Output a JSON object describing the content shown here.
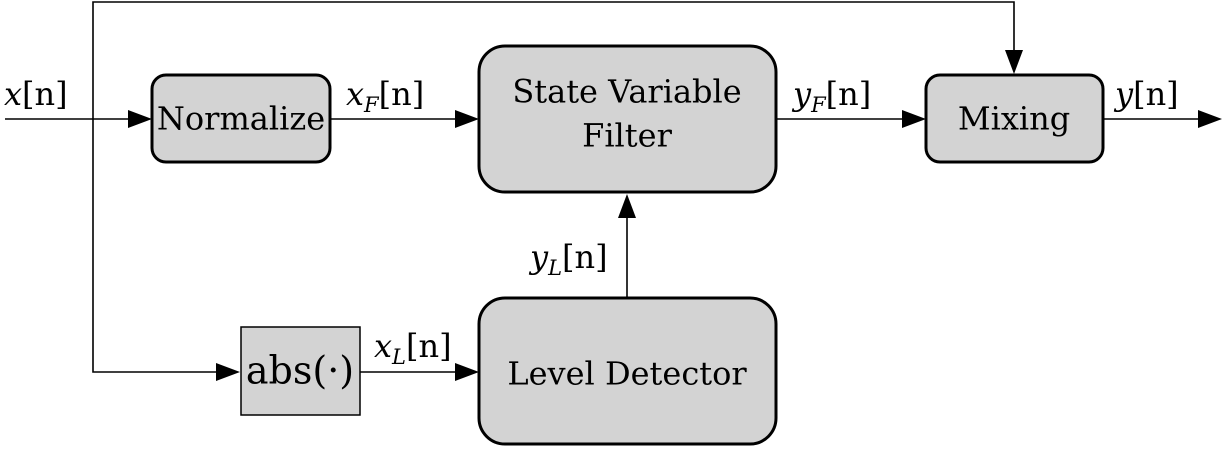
{
  "blocks": {
    "normalize": "Normalize",
    "svf_line1": "State Variable",
    "svf_line2": "Filter",
    "mixing": "Mixing",
    "abs": "abs(·)",
    "level_detector": "Level Detector"
  },
  "signals": {
    "input": {
      "base": "x",
      "sub": "",
      "index": "[n]"
    },
    "filter_in": {
      "base": "x",
      "sub": "F",
      "index": "[n]"
    },
    "filter_out": {
      "base": "y",
      "sub": "F",
      "index": "[n]"
    },
    "output": {
      "base": "y",
      "sub": "",
      "index": "[n]"
    },
    "level_in": {
      "base": "x",
      "sub": "L",
      "index": "[n]"
    },
    "level_out": {
      "base": "y",
      "sub": "L",
      "index": "[n]"
    }
  }
}
